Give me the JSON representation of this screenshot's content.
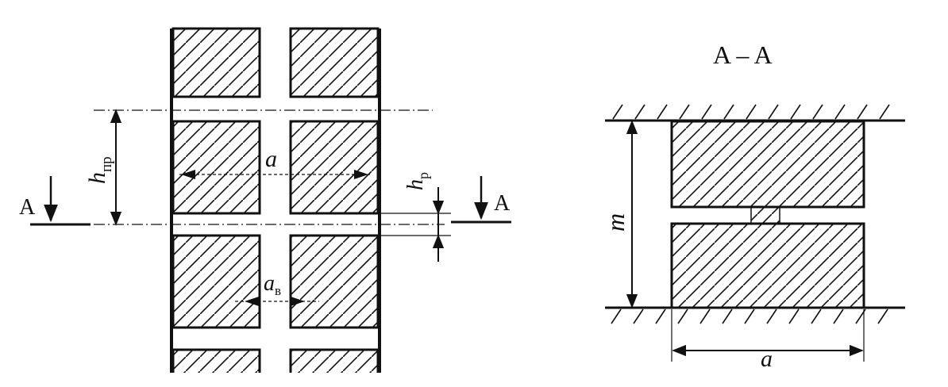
{
  "labels": {
    "section_title": "A – A",
    "cut_left": "A",
    "cut_right": "A",
    "h_pr_main": "h",
    "h_pr_sub": "пр",
    "h_r_main": "h",
    "h_r_sub": "р",
    "a_top": "a",
    "a_v_main": "a",
    "a_v_sub": "в",
    "m": "m",
    "a_bottom": "a"
  },
  "colors": {
    "ink": "#111111",
    "background": "#ffffff"
  }
}
